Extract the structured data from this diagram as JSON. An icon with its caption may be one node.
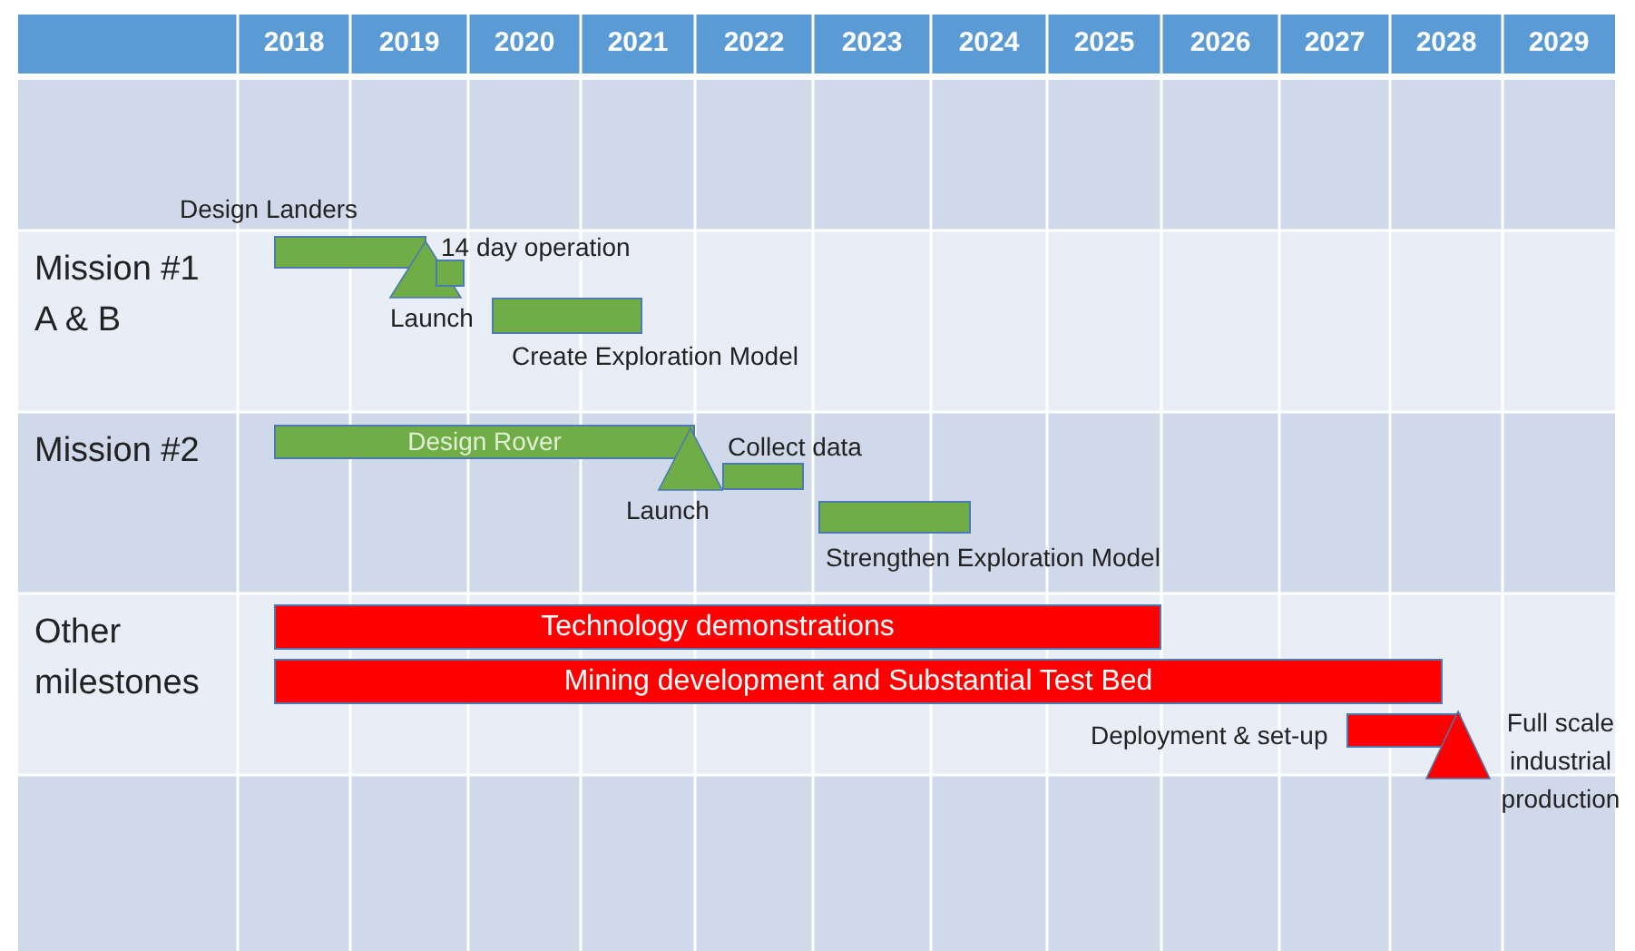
{
  "diagram": {
    "nodes": [
      {
        "text": [],
        "shape": "bar",
        "beside": [
          "Design Landers"
        ]
      },
      {
        "text": [],
        "shape": "triangle",
        "beside": [
          "Launch"
        ]
      },
      {
        "text": [],
        "shape": "bar",
        "beside": [
          "14 day operation"
        ]
      },
      {
        "text": [],
        "shape": "bar",
        "beside": [
          "Create Exploration Model"
        ]
      },
      {
        "text": [
          "Design Rover"
        ]
      },
      {
        "text": [],
        "shape": "triangle",
        "beside": [
          "Launch"
        ]
      },
      {
        "text": [],
        "shape": "bar",
        "beside": [
          "Collect data"
        ]
      },
      {
        "text": [],
        "shape": "bar",
        "beside": [
          "Strengthen Exploration Model"
        ]
      },
      {
        "text": [
          "Technology demonstrations"
        ]
      },
      {
        "text": [
          "Mining development and Substantial Test Bed"
        ]
      },
      {
        "text": [],
        "shape": "bar",
        "beside": [
          "Deployment & set-up"
        ]
      },
      {
        "text": [],
        "shape": "triangle",
        "beside": [
          "Full scale industrial production"
        ]
      }
    ],
    "labels": [
      "2018",
      "2019",
      "2020",
      "2021",
      "2022",
      "2023",
      "2024",
      "2025",
      "2026",
      "2027",
      "2028",
      "2029",
      "Mission #1 A & B",
      "Mission #2",
      "Other milestones"
    ]
  }
}
